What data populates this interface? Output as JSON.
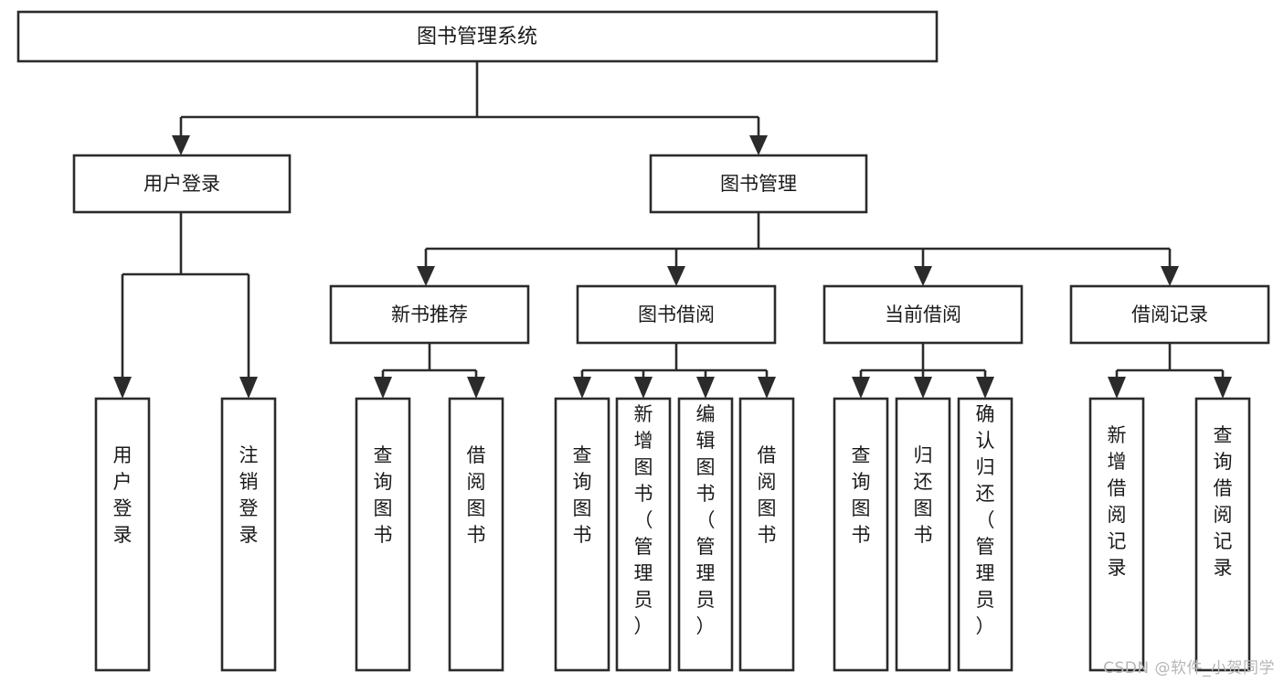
{
  "diagram": {
    "title": "图书管理系统",
    "type": "tree-hierarchy-diagram",
    "watermark": "CSDN @软件_小贺同学",
    "colors": {
      "stroke": "#2b2b2b",
      "fill": "#ffffff",
      "text": "#1a1a1a",
      "watermark": "#b6b6b6"
    },
    "levels": {
      "root": {
        "label": "图书管理系统"
      },
      "level2": [
        {
          "id": "user-login",
          "label": "用户登录"
        },
        {
          "id": "book-manage",
          "label": "图书管理"
        }
      ],
      "level3": [
        {
          "id": "new-book-rec",
          "label": "新书推荐"
        },
        {
          "id": "book-borrow",
          "label": "图书借阅"
        },
        {
          "id": "current-borrow",
          "label": "当前借阅"
        },
        {
          "id": "borrow-record",
          "label": "借阅记录"
        }
      ],
      "leaves": {
        "user-login": [
          {
            "id": "leaf-user-login",
            "label": "用户登录"
          },
          {
            "id": "leaf-user-logout",
            "label": "注销登录"
          }
        ],
        "new-book-rec": [
          {
            "id": "leaf-query-book-1",
            "label": "查询图书"
          },
          {
            "id": "leaf-borrow-book-1",
            "label": "借阅图书"
          }
        ],
        "book-borrow": [
          {
            "id": "leaf-query-book-2",
            "label": "查询图书"
          },
          {
            "id": "leaf-add-book",
            "label": "新增图书（管理员）"
          },
          {
            "id": "leaf-edit-book",
            "label": "编辑图书（管理员）"
          },
          {
            "id": "leaf-borrow-book-2",
            "label": "借阅图书"
          }
        ],
        "current-borrow": [
          {
            "id": "leaf-query-book-3",
            "label": "查询图书"
          },
          {
            "id": "leaf-return-book",
            "label": "归还图书"
          },
          {
            "id": "leaf-confirm-return",
            "label": "确认归还（管理员）"
          }
        ],
        "borrow-record": [
          {
            "id": "leaf-add-record",
            "label": "新增借阅记录"
          },
          {
            "id": "leaf-query-record",
            "label": "查询借阅记录"
          }
        ]
      }
    }
  }
}
